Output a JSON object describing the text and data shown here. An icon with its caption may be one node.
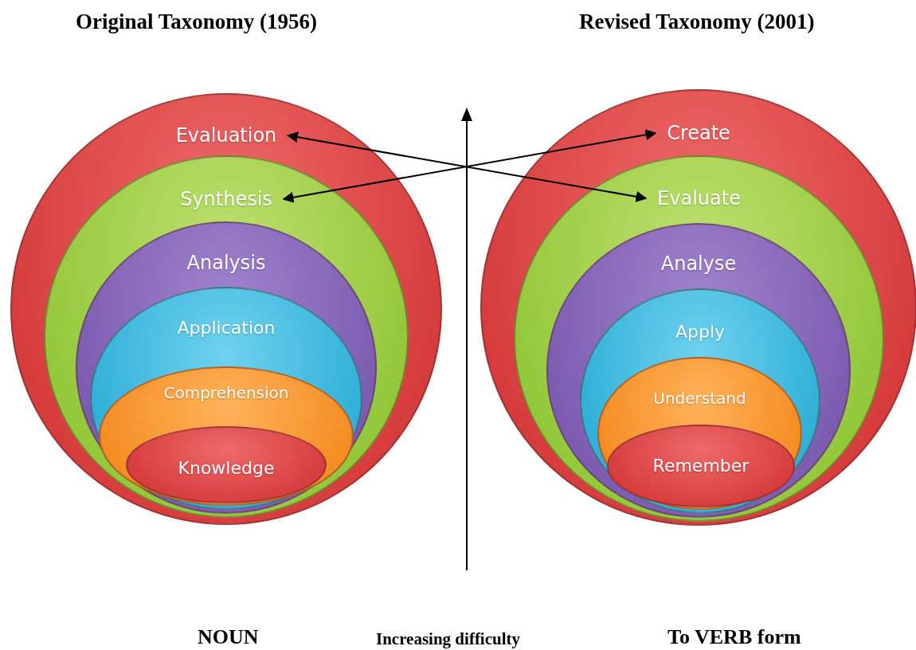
{
  "diagram": {
    "nodes": [
      {
        "text": [
          "Evaluation"
        ]
      },
      {
        "text": [
          "Synthesis"
        ],
        "in": 0
      },
      {
        "text": [
          "Analysis"
        ],
        "in": 1
      },
      {
        "text": [
          "Application"
        ],
        "in": 2
      },
      {
        "text": [
          "Comprehension"
        ],
        "in": 3
      },
      {
        "text": [
          "Knowledge"
        ],
        "in": 4
      },
      {
        "text": [
          "Create"
        ]
      },
      {
        "text": [
          "Evaluate"
        ],
        "in": 6
      },
      {
        "text": [
          "Analyse"
        ],
        "in": 7
      },
      {
        "text": [
          "Apply"
        ],
        "in": 8
      },
      {
        "text": [
          "Understand"
        ],
        "in": 9
      },
      {
        "text": [
          "Remember"
        ],
        "in": 10
      }
    ],
    "edges": [
      {
        "from": 0,
        "to": 7,
        "arrow": "both"
      },
      {
        "from": 1,
        "to": 6,
        "arrow": "both"
      }
    ],
    "labels": [
      "Original Taxonomy (1956)",
      "Revised Taxonomy (2001)",
      "NOUN",
      "Increasing difficulty",
      "To VERB form"
    ]
  }
}
